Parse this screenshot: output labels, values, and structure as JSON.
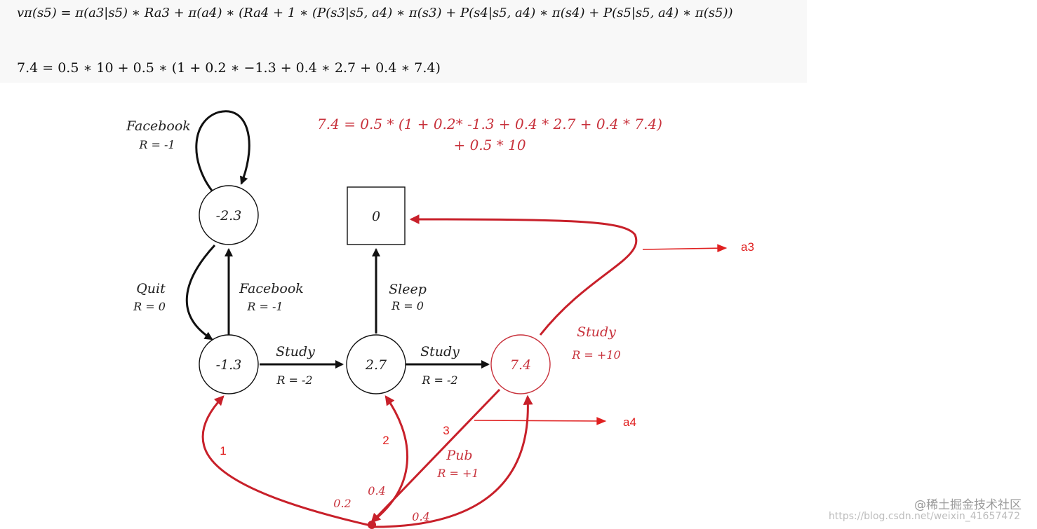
{
  "equations": {
    "line1": "vπ(s5)  =  π(a3|s5) ∗ Ra3 + π(a4) ∗ (Ra4 + 1 ∗ (P(s3|s5, a4) ∗ π(s3) + P(s4|s5, a4) ∗ π(s4) + P(s5|s5, a4) ∗ π(s5))",
    "line2": "7.4  =  0.5 ∗ 10 + 0.5 ∗ (1 + 0.2 ∗ −1.3 + 0.4 ∗ 2.7 + 0.4 ∗ 7.4)"
  },
  "annotation": {
    "line1": "7.4 = 0.5 * (1 + 0.2* -1.3 + 0.4 * 2.7 + 0.4 * 7.4)",
    "line2": "+ 0.5 * 10"
  },
  "nodes": {
    "facebook_state": "-2.3",
    "class1": "-1.3",
    "class2": "2.7",
    "class3": "7.4",
    "sleep_terminal": "0"
  },
  "edges": {
    "facebook_loop": {
      "action": "Facebook",
      "reward": "R = -1"
    },
    "quit": {
      "action": "Quit",
      "reward": "R = 0"
    },
    "facebook_up": {
      "action": "Facebook",
      "reward": "R = -1"
    },
    "study_1_2": {
      "action": "Study",
      "reward": "R = -2"
    },
    "study_2_3": {
      "action": "Study",
      "reward": "R = -2"
    },
    "sleep": {
      "action": "Sleep",
      "reward": "R = 0"
    },
    "study_3_end": {
      "action": "Study",
      "reward": "R = +10"
    },
    "pub": {
      "action": "Pub",
      "reward": "R = +1"
    }
  },
  "probabilities": {
    "to_class1": "0.2",
    "to_class2": "0.4",
    "to_class3": "0.4"
  },
  "markers": {
    "m1": "1",
    "m2": "2",
    "m3": "3"
  },
  "side_labels": {
    "a3": "a3",
    "a4": "a4"
  },
  "watermark": {
    "line1": "@稀土掘金技术社区",
    "line2": "https://blog.csdn.net/weixin_41657472"
  },
  "colors": {
    "red": "#c8202a",
    "black": "#111111"
  }
}
